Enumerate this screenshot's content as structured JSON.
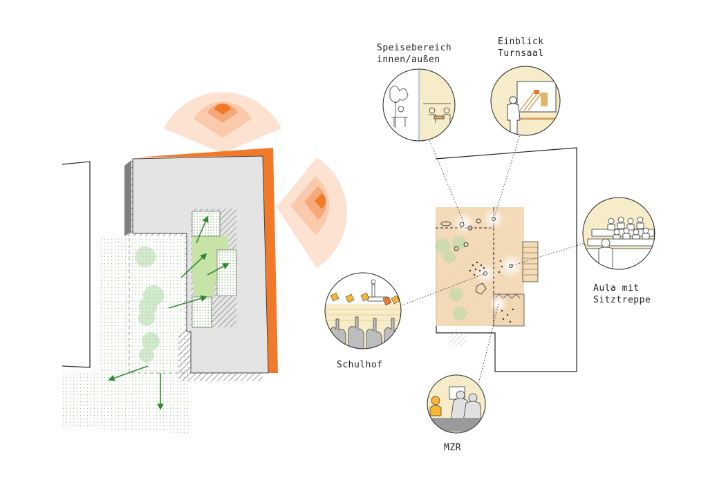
{
  "labels": {
    "speise_line1": "Speisebereich",
    "speise_line2": "innen/außen",
    "einblick_line1": "Einblick",
    "einblick_line2": "Turnsaal",
    "aula_line1": "Aula mit",
    "aula_line2": "Sitztreppe",
    "schulhof": "Schulhof",
    "mzr": "MZR"
  },
  "colors": {
    "orange": "#f07a2a",
    "orange_light": "#fbd7c3",
    "green_arrow": "#2f8a2f",
    "green_fill": "#c8e3a8",
    "green_circle": "#bfe0b8",
    "beige": "#f2d7b3",
    "building_grey": "#e5e5e5",
    "shadow_grey": "#9a9a9a",
    "vignette_bg": "#f6ecc9"
  }
}
